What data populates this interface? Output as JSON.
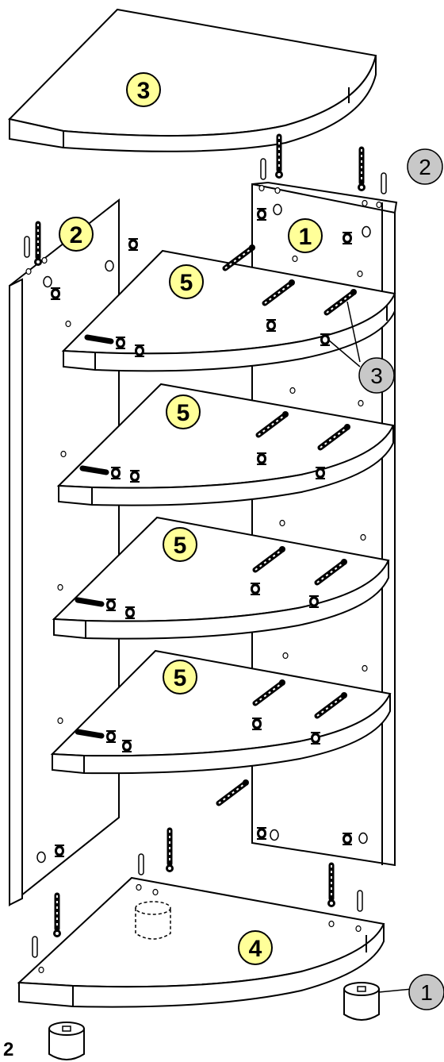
{
  "diagram": {
    "part_labels": {
      "top_panel": "3",
      "right_side_panel": "1",
      "left_side_panel": "2",
      "shelf_1": "5",
      "shelf_2": "5",
      "shelf_3": "5",
      "shelf_4": "5",
      "bottom_panel": "4"
    },
    "hardware_callouts": {
      "dowel_top_right": "2",
      "cam_lock": "3",
      "foot": "1"
    },
    "page_number": "2"
  },
  "colors": {
    "part_label_fill": "#ffff99",
    "hardware_callout_fill": "#c8c8c8",
    "line": "#000000",
    "panel_fill": "#ffffff"
  }
}
